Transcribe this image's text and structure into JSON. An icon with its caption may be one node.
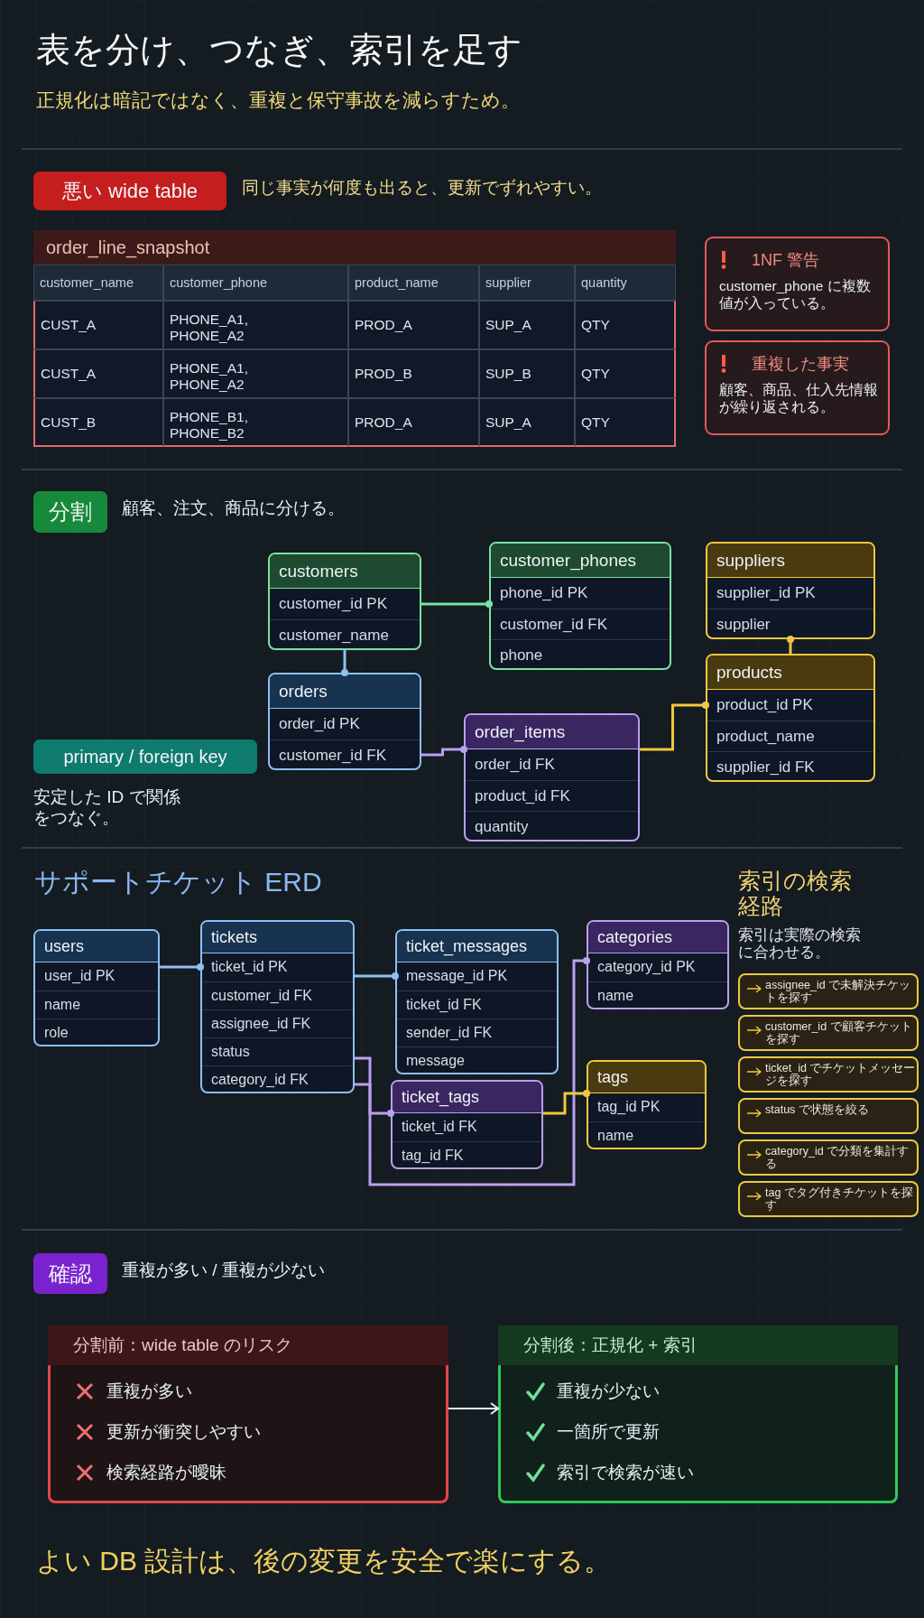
{
  "diagram": {
    "title": "表を分け、つなぎ、索引を足す",
    "nodes": [
      {
        "text": [
          "悪い wide table"
        ]
      },
      {
        "text": [
          "order_line_snapshot"
        ]
      },
      {
        "text": [
          "1NF 警告",
          "customer_phone に複数値が入っている。"
        ]
      },
      {
        "text": [
          "重複した事実",
          "顧客、商品、仕入先情報が繰り返される。"
        ]
      },
      {
        "text": [
          "分割"
        ]
      },
      {
        "text": [
          "customers",
          "customer_id PK",
          "customer_name"
        ]
      },
      {
        "text": [
          "customer_phones",
          "phone_id PK",
          "customer_id FK",
          "phone"
        ]
      },
      {
        "text": [
          "suppliers",
          "supplier_id PK",
          "supplier"
        ]
      },
      {
        "text": [
          "orders",
          "order_id PK",
          "customer_id FK"
        ]
      },
      {
        "text": [
          "order_items",
          "order_id FK",
          "product_id FK",
          "quantity"
        ]
      },
      {
        "text": [
          "products",
          "product_id PK",
          "product_name",
          "supplier_id FK"
        ]
      },
      {
        "text": [
          "primary / foreign key"
        ],
        "beside": [
          "安定した ID で関係をつなぐ。"
        ]
      },
      {
        "text": [
          "users",
          "user_id PK",
          "name",
          "role"
        ]
      },
      {
        "text": [
          "tickets",
          "ticket_id PK",
          "customer_id FK",
          "assignee_id FK",
          "status",
          "category_id FK"
        ]
      },
      {
        "text": [
          "ticket_messages",
          "message_id PK",
          "ticket_id FK",
          "sender_id FK",
          "message"
        ]
      },
      {
        "text": [
          "categories",
          "category_id PK",
          "name"
        ]
      },
      {
        "text": [
          "ticket_tags",
          "ticket_id FK",
          "tag_id FK"
        ]
      },
      {
        "text": [
          "tags",
          "tag_id PK",
          "name"
        ]
      },
      {
        "text": [
          "assignee_id で未解決チケットを探す"
        ]
      },
      {
        "text": [
          "customer_id で顧客チケットを探す"
        ]
      },
      {
        "text": [
          "ticket_id でチケットメッセージを探す"
        ]
      },
      {
        "text": [
          "status で状態を絞る"
        ]
      },
      {
        "text": [
          "category_id で分類を集計する"
        ]
      },
      {
        "text": [
          "tag でタグ付きチケットを探す"
        ]
      },
      {
        "text": [
          "確認"
        ]
      },
      {
        "text": [
          "分割前：wide table のリスク",
          "重複が多い",
          "更新が衝突しやすい",
          "検索経路が曖昧"
        ]
      },
      {
        "text": [
          "分割後：正規化 + 索引",
          "重複が少ない",
          "一箇所で更新",
          "索引で検索が速い"
        ]
      }
    ],
    "edges": [
      {
        "from": 5,
        "to": 6,
        "arrow": "other",
        "color": "#7ee0a0"
      },
      {
        "from": 5,
        "to": 8,
        "arrow": "other",
        "color": "#8ec0f0"
      },
      {
        "from": 8,
        "to": 9,
        "arrow": "other",
        "color": "#b9a0f0"
      },
      {
        "from": 9,
        "to": 10,
        "arrow": "other",
        "color": "#f0c840"
      },
      {
        "from": 10,
        "to": 7,
        "arrow": "other",
        "color": "#f0c840"
      },
      {
        "from": 12,
        "to": 13,
        "arrow": "other",
        "color": "#8ec0f0"
      },
      {
        "from": 13,
        "to": 14,
        "arrow": "other",
        "color": "#8ec0f0"
      },
      {
        "from": 13,
        "to": 16,
        "arrow": "other",
        "color": "#b9a0f0"
      },
      {
        "from": 13,
        "to": 15,
        "arrow": "other",
        "color": "#b9a0f0"
      },
      {
        "from": 16,
        "to": 17,
        "arrow": "other",
        "color": "#f0c840"
      },
      {
        "from": 25,
        "to": 26,
        "arrow": "to",
        "color": "#e8eef5"
      }
    ],
    "labels": [
      "正規化は暗記ではなく、重複と保守事故を減らすため。",
      "同じ事実が何度も出ると、更新でずれやすい。",
      "customer_name",
      "customer_phone",
      "product_name",
      "supplier",
      "quantity",
      "CUST_A",
      "PHONE_A1, PHONE_A2",
      "PROD_A",
      "SUP_A",
      "QTY",
      "CUST_A",
      "PHONE_A1, PHONE_A2",
      "PROD_B",
      "SUP_B",
      "QTY",
      "CUST_B",
      "PHONE_B1, PHONE_B2",
      "PROD_A",
      "SUP_A",
      "QTY",
      "顧客、注文、商品に分ける。",
      "サポートチケット ERD",
      "索引の検索経路",
      "索引は実際の検索に合わせる。",
      "重複が多い / 重複が少ない",
      "よい DB 設計は、後の変更を安全で楽にする。"
    ]
  }
}
